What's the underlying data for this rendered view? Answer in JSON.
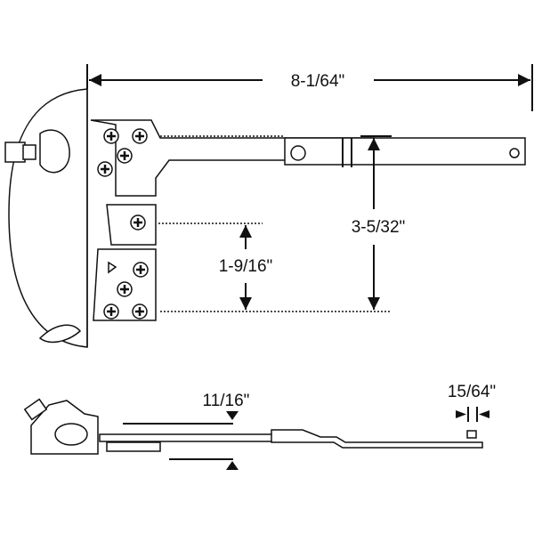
{
  "dimensions": {
    "overall_length": "8-1/64\"",
    "arm_offset": "3-5/32\"",
    "bracket_height": "1-9/16\"",
    "side_height": "11/16\"",
    "tip_width": "15/64\""
  },
  "colors": {
    "line": "#111111",
    "background": "#ffffff"
  }
}
